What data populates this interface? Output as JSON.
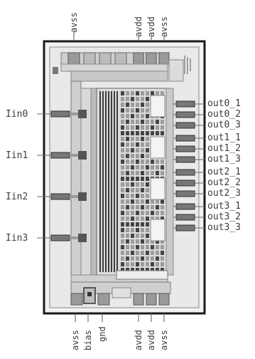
{
  "top_pins": [
    "avss",
    "avdd",
    "avdd",
    "avss"
  ],
  "bottom_pins": [
    "avss",
    "bias",
    "gnd",
    "avdd",
    "avdd",
    "avss"
  ],
  "inputs": [
    "Iin0",
    "Iin1",
    "Iin2",
    "Iin3"
  ],
  "outputs": [
    "out0_1",
    "out0_2",
    "out0_3",
    "out1_1",
    "out1_2",
    "out1_3",
    "out2_1",
    "out2_2",
    "out2_3",
    "out3_1",
    "out3_2",
    "out3_3"
  ],
  "colors": {
    "outline": "#1a1a1a",
    "metal": "#bdbdbd",
    "pad": "#9a9a9a",
    "dense": "#3c3c3c",
    "die": "#e6e6e6"
  }
}
